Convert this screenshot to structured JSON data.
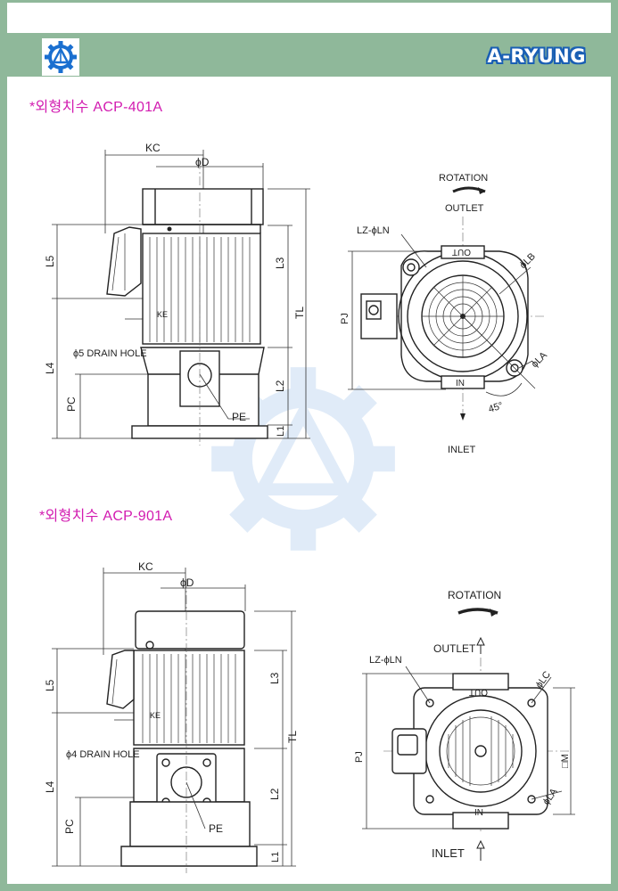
{
  "header": {
    "brand": "A-RYUNG",
    "logo_icon": "gear-triangle-logo-icon",
    "accent_color": "#1a5fb4",
    "frame_color": "#8fb89a"
  },
  "sections": [
    {
      "title": "*외형치수 ACP-401A",
      "side_view": {
        "labels": {
          "kc": "KC",
          "d": "ϕD",
          "l5": "L5",
          "l3": "L3",
          "tl": "TL",
          "ke": "KE",
          "drain": "ϕ5 DRAIN HOLE",
          "l4": "L4",
          "l2": "L2",
          "pc": "PC",
          "pe": "PE",
          "l1": "L1"
        }
      },
      "top_view": {
        "labels": {
          "rotation": "ROTATION",
          "outlet": "OUTLET",
          "lzln": "LZ-ϕLN",
          "out": "OUT",
          "lb": "ϕLB",
          "pj": "PJ",
          "la": "ϕLA",
          "in": "IN",
          "angle": "45°",
          "inlet": "INLET"
        }
      }
    },
    {
      "title": "*외형치수 ACP-901A",
      "side_view": {
        "labels": {
          "kc": "KC",
          "d": "ϕD",
          "l5": "L5",
          "l3": "L3",
          "tl": "TL",
          "ke": "KE",
          "drain": "ϕ4 DRAIN HOLE",
          "l4": "L4",
          "l2": "L2",
          "pc": "PC",
          "pe": "PE",
          "l1": "L1"
        }
      },
      "top_view": {
        "labels": {
          "rotation": "ROTATION",
          "outlet": "OUTLET",
          "lzln": "LZ-ϕLN",
          "out": "OUT",
          "lc": "ϕLC",
          "pj": "PJ",
          "m": "□M",
          "la": "ϕLA",
          "in": "IN",
          "inlet": "INLET"
        }
      }
    }
  ]
}
